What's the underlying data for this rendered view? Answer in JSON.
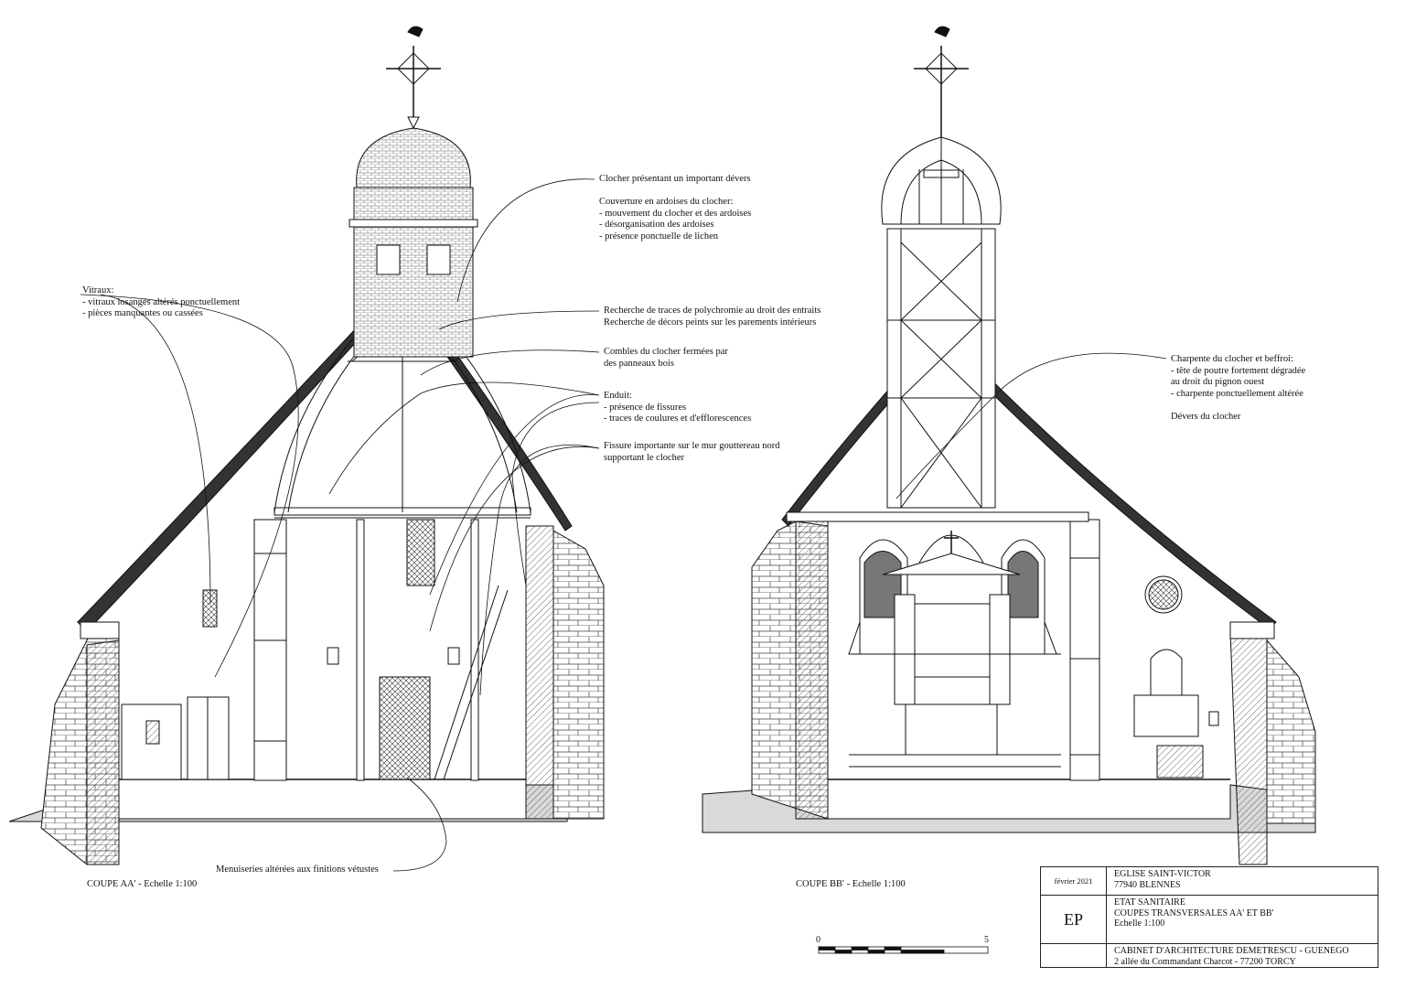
{
  "notes": {
    "vitraux": "Vitraux:\n- vitraux losangés altérés ponctuellement\n- pièces manquantes ou cassées",
    "clocher": "Clocher présentant un important dévers\n\nCouverture en ardoises du clocher:\n- mouvement du clocher et des ardoises\n- désorganisation des ardoises\n- présence ponctuelle de lichen",
    "polychromie": "Recherche de traces de polychromie au droit des entraits\nRecherche de décors peints sur les parements intérieurs",
    "combles": "Combles du clocher fermées par\ndes panneaux bois",
    "enduit": "Enduit:\n- présence de fissures\n- traces de coulures et d'efflorescences",
    "fissure": "Fissure importante sur le mur gouttereau nord\nsupportant le clocher",
    "charpente": "Charpente du clocher et beffroi:\n- tête de poutre fortement dégradée\nau droit du pignon ouest\n- charpente ponctuellement altérée\n\nDévers du clocher",
    "menuiseries": "Menuiseries altérées aux finitions vétustes"
  },
  "captions": {
    "coupe_aa": "COUPE AA' - Echelle 1:100",
    "coupe_bb": "COUPE BB' - Echelle 1:100"
  },
  "scale_bar": {
    "start_label": "0",
    "end_label": "5"
  },
  "title_block": {
    "date": "février 2021",
    "project": "EGLISE SAINT-VICTOR\n77940 BLENNES",
    "code": "EP",
    "drawing": "ETAT SANITAIRE\nCOUPES TRANSVERSALES AA' ET BB'\nEchelle 1:100",
    "office": "CABINET D'ARCHITECTURE DEMETRESCU - GUENEGO\n2 allée du Commandant Charcot - 77200 TORCY"
  },
  "colors": {
    "ink": "#111111",
    "ground": "#d9d9d9",
    "hatch": "#555555",
    "paper": "#ffffff"
  }
}
